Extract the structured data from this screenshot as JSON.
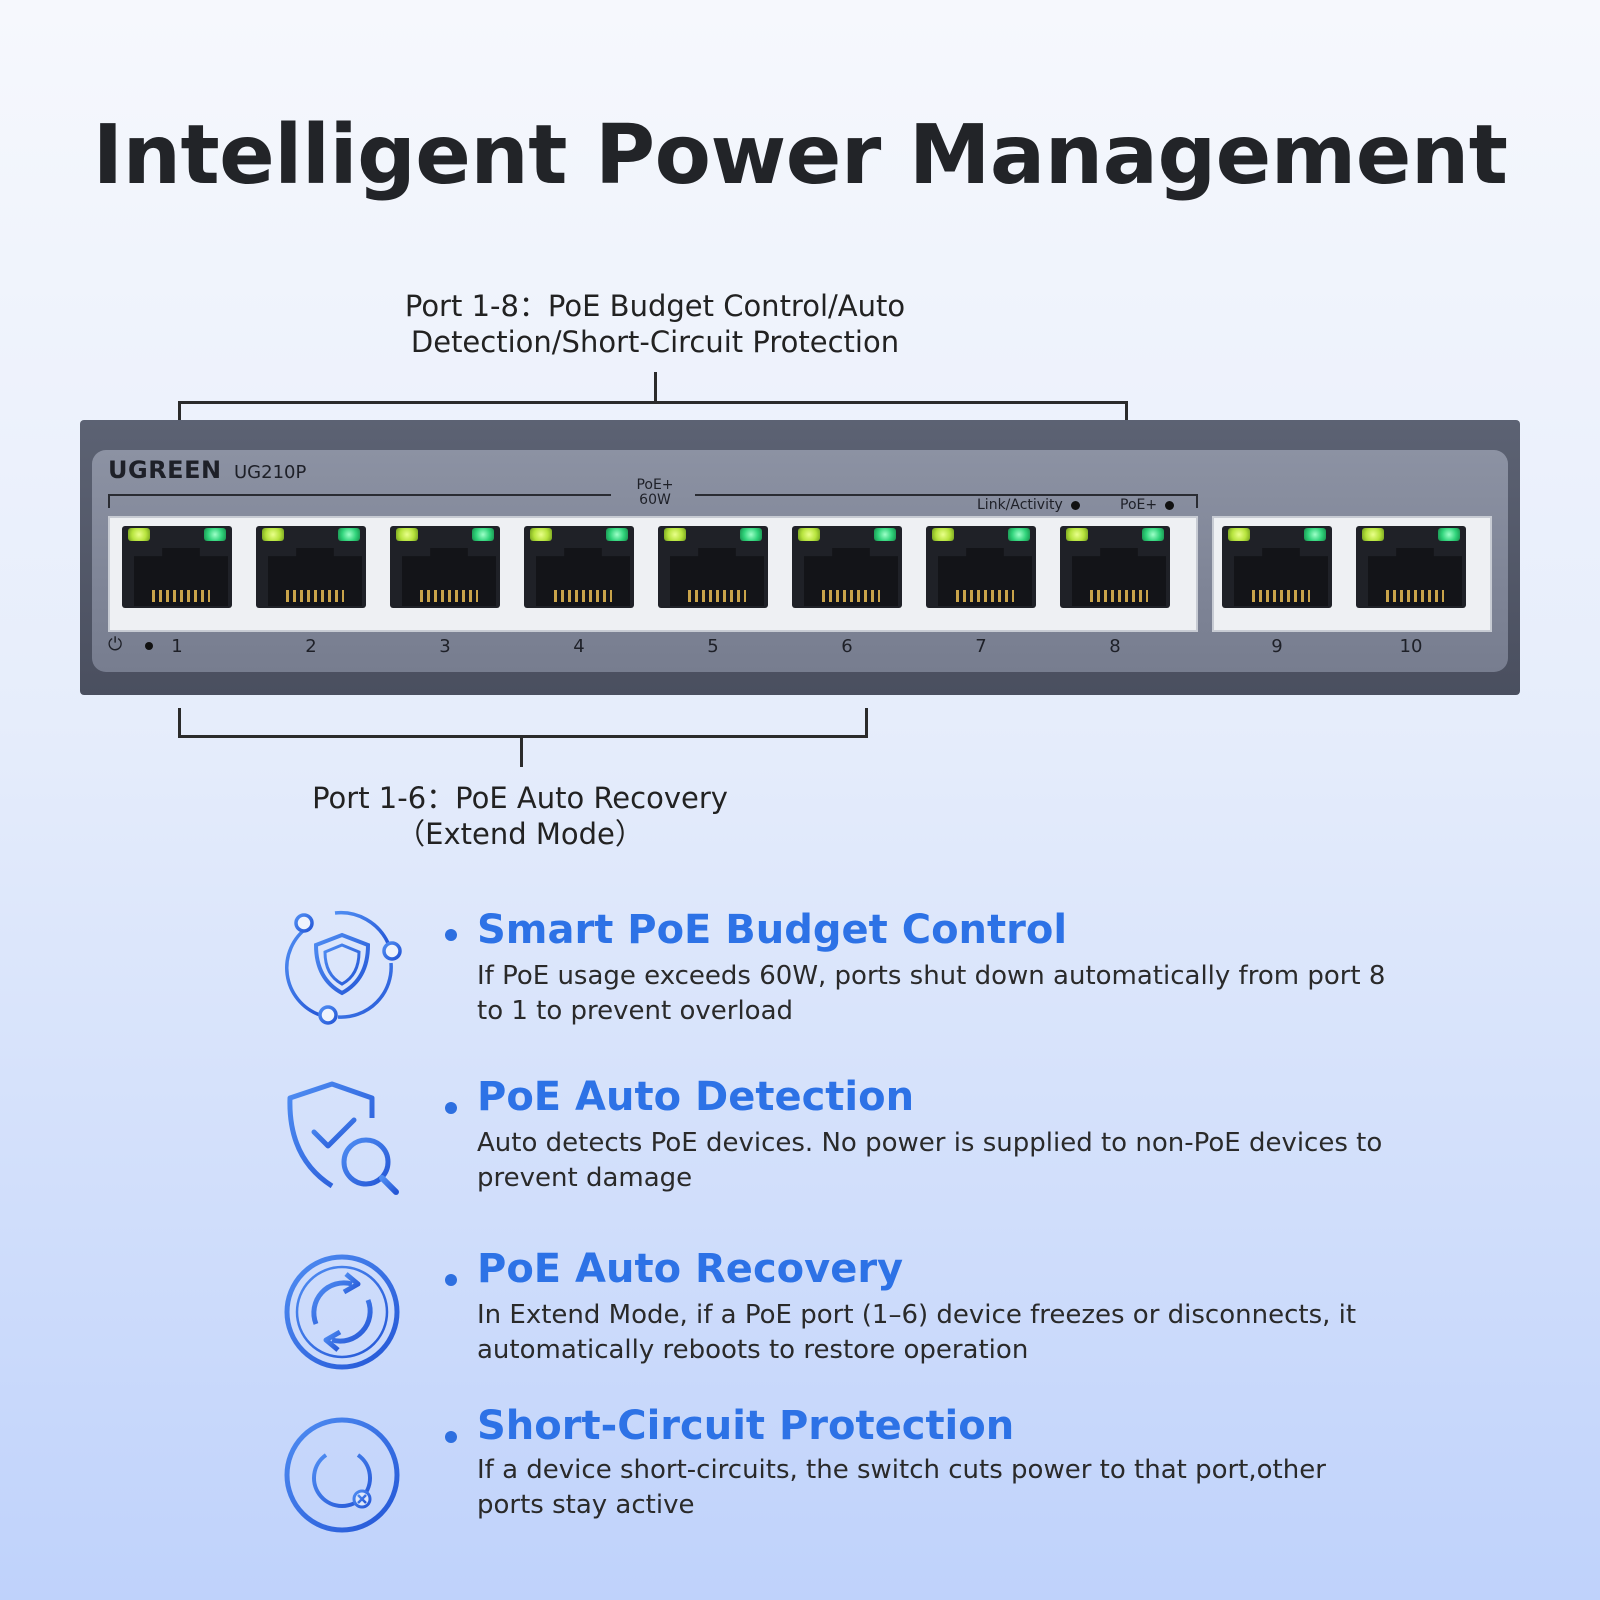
{
  "page": {
    "title": "Intelligent Power Management"
  },
  "callouts": {
    "top": "Port 1-8：PoE Budget Control/Auto Detection/Short-Circuit Protection",
    "bottom": "Port 1-6：PoE Auto Recovery（Extend Mode）"
  },
  "device": {
    "brand": "UGREEN",
    "model": "UG210P",
    "poe_budget_label": "PoE+ 60W",
    "link_activity_label": "Link/Activity",
    "poe_led_label": "PoE+",
    "power_icon": "power-icon",
    "ports": [
      "1",
      "2",
      "3",
      "4",
      "5",
      "6",
      "7",
      "8",
      "9",
      "10"
    ]
  },
  "features": [
    {
      "icon": "shield-orbit-icon",
      "title": "Smart PoE Budget Control",
      "description": "If PoE usage exceeds 60W, ports shut down automatically from port 8 to 1 to prevent overload"
    },
    {
      "icon": "shield-check-search-icon",
      "title": "PoE Auto Detection",
      "description": "Auto detects PoE devices. No power is supplied to non-PoE devices to prevent damage"
    },
    {
      "icon": "refresh-circle-icon",
      "title": "PoE Auto Recovery",
      "description": "In Extend Mode, if a PoE port (1–6) device freezes or disconnects, it automatically reboots to restore operation"
    },
    {
      "icon": "power-circle-icon",
      "title": "Short-Circuit Protection",
      "description": "If a device short-circuits, the switch cuts power to that port,other ports stay active"
    }
  ],
  "colors": {
    "accent": "#2d72e6",
    "led_link": "#b6e33c",
    "led_poe": "#2fd37a",
    "chassis": "#4a4f5f"
  }
}
